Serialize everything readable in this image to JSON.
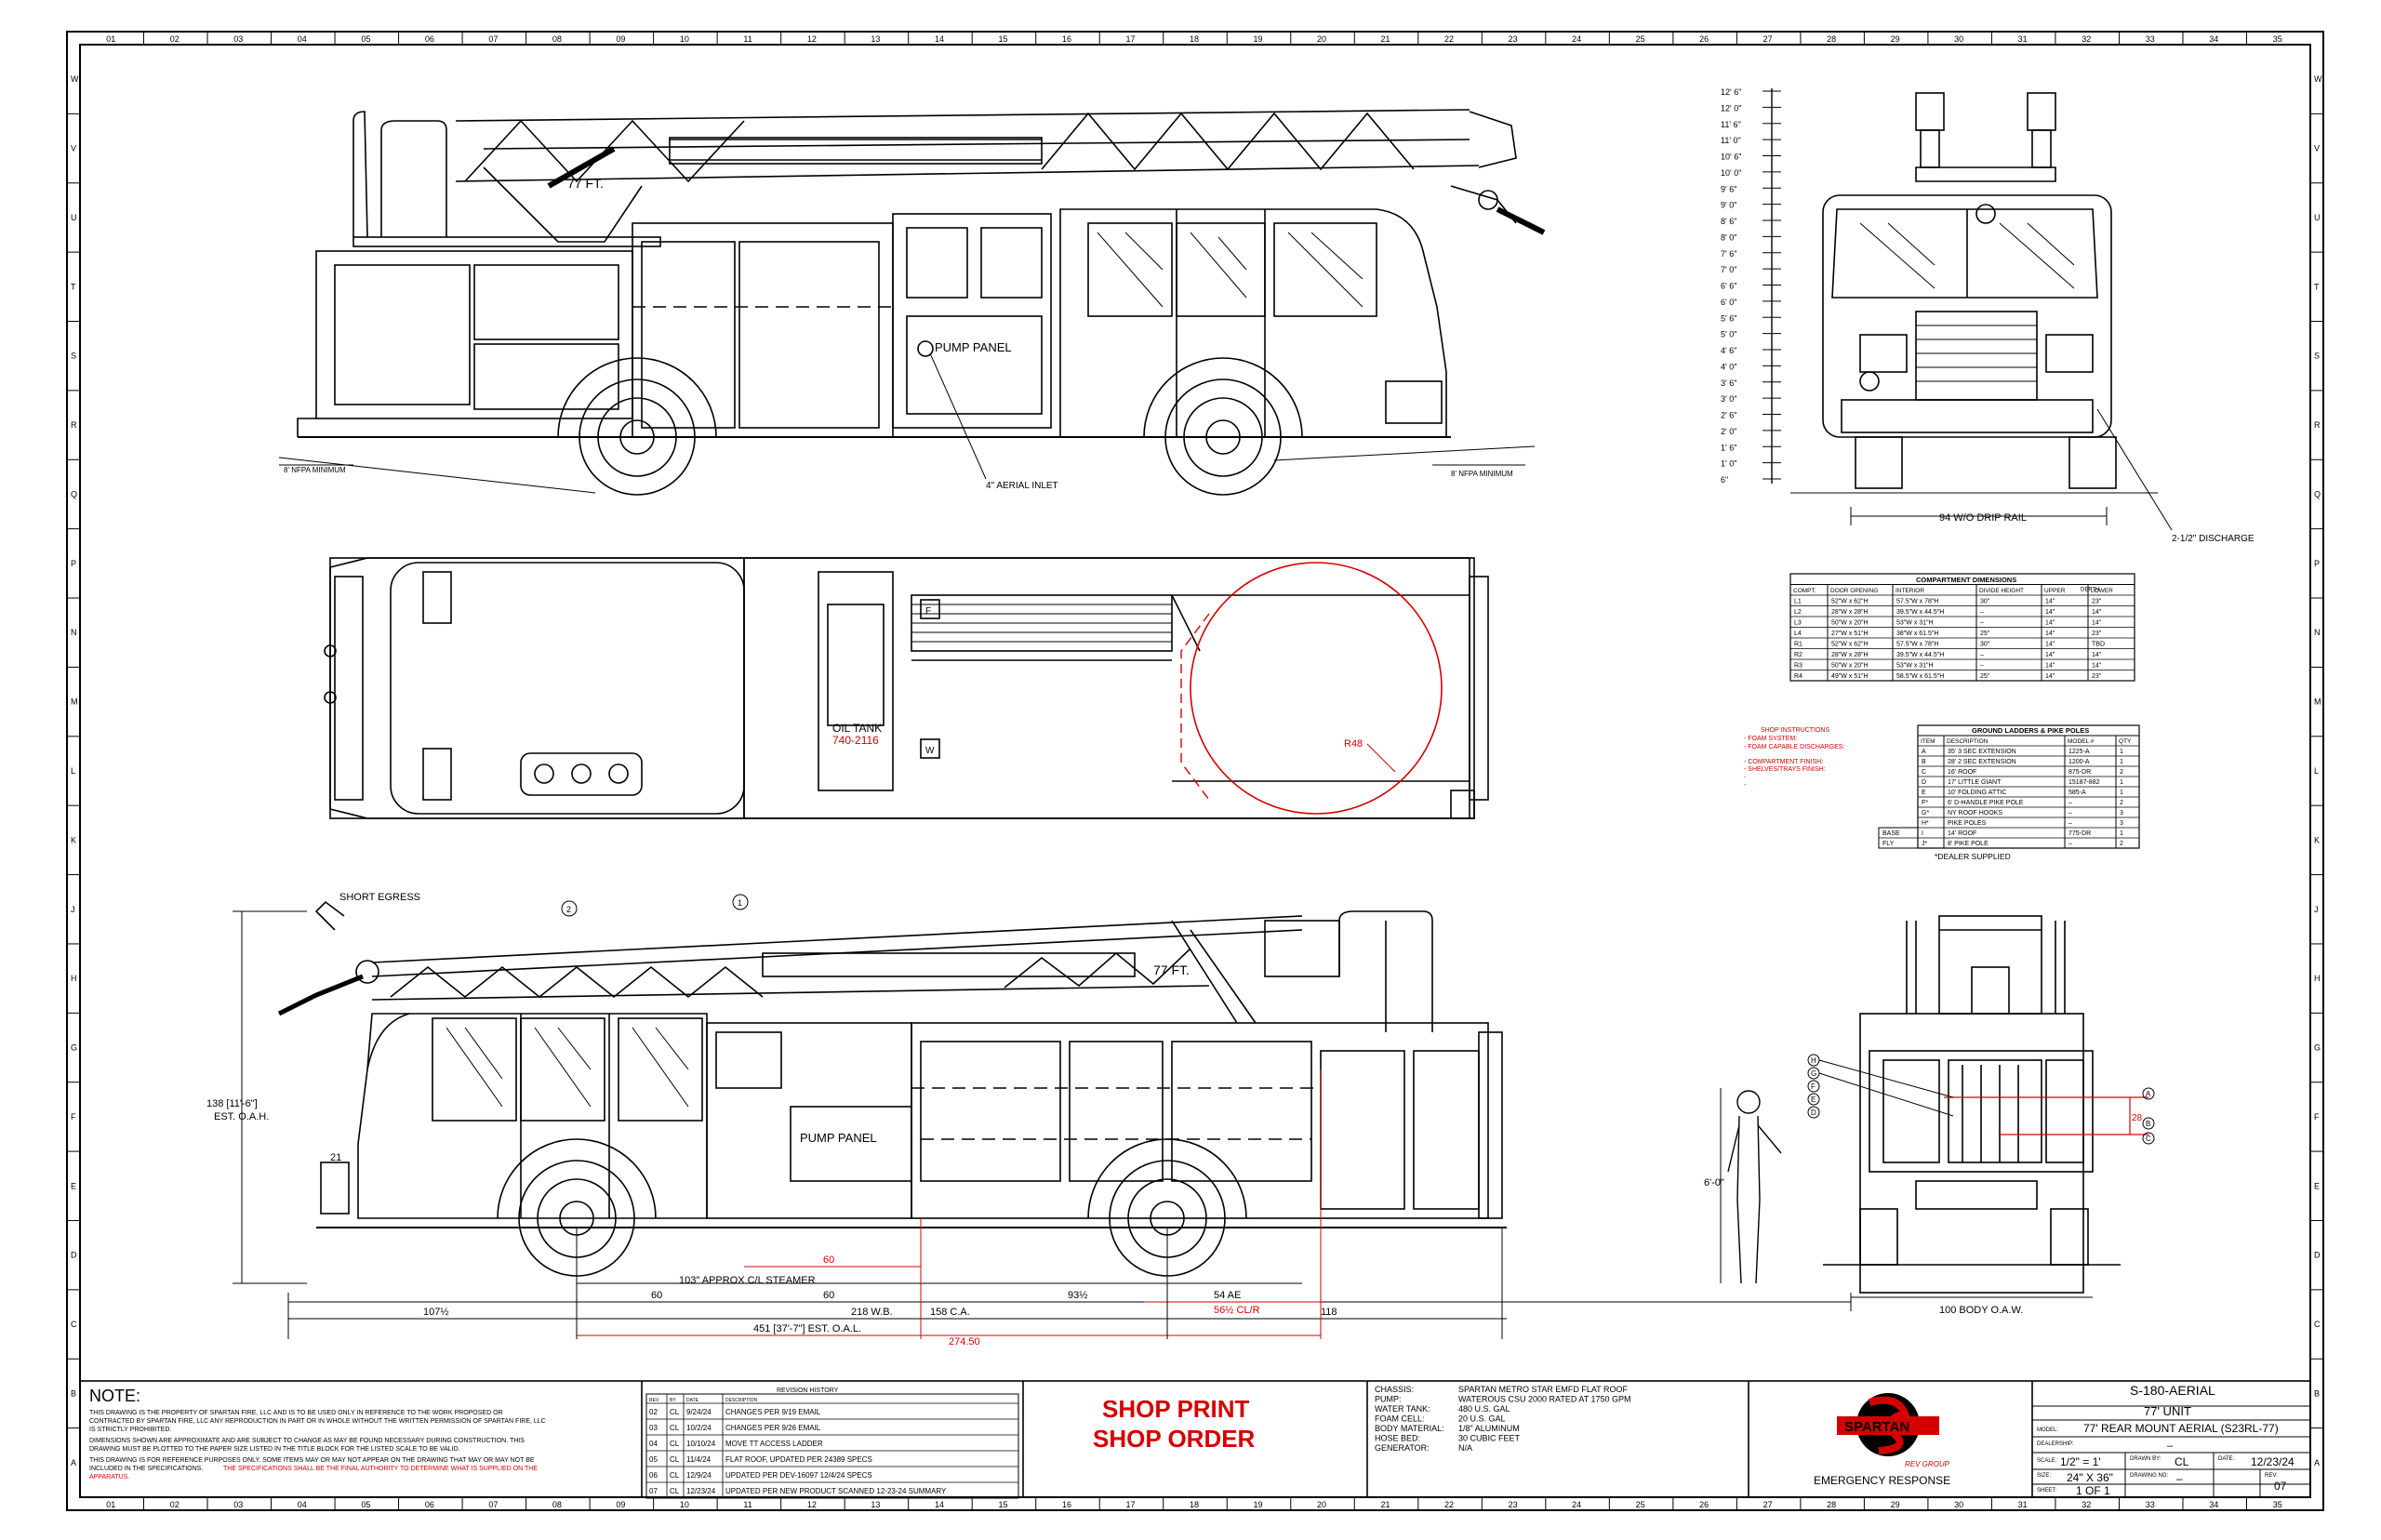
{
  "border": {
    "columns": [
      "01",
      "02",
      "03",
      "04",
      "05",
      "06",
      "07",
      "08",
      "09",
      "10",
      "11",
      "12",
      "13",
      "14",
      "15",
      "16",
      "17",
      "18",
      "19",
      "20",
      "21",
      "22",
      "23",
      "24",
      "25",
      "26",
      "27",
      "28",
      "29",
      "30",
      "31",
      "32",
      "33",
      "34",
      "35"
    ],
    "rows": [
      "W",
      "V",
      "U",
      "T",
      "S",
      "R",
      "Q",
      "P",
      "N",
      "M",
      "L",
      "K",
      "J",
      "H",
      "G",
      "F",
      "E",
      "D",
      "C",
      "B",
      "A"
    ]
  },
  "views": {
    "side_left": {
      "ladder_label": "77 FT.",
      "pump_panel": "PUMP PANEL",
      "aerial_inlet": "4\" AERIAL INLET",
      "nfpa_left": "8' NFPA MINIMUM",
      "nfpa_right": "8' NFPA MINIMUM"
    },
    "top": {
      "oil_tank": "OIL TANK",
      "oil_tank_part": "740-2116",
      "radius": "R48",
      "label_f": "F",
      "label_w": "W"
    },
    "side_right": {
      "short_egress": "SHORT EGRESS",
      "ladder_label": "77 FT.",
      "pump_panel": "PUMP PANEL",
      "height": "138 [11'-6\"]",
      "height_sub": "EST. O.A.H.",
      "dim_21": "21",
      "steamer": "103\" APPROX C/L STEAMER",
      "dim_60_red": "60",
      "dim_60a": "60",
      "dim_60b": "60",
      "dim_107": "107½",
      "dim_93": "93½",
      "dim_54": "54 AE",
      "dim_56": "56½ CL/R",
      "dim_218": "218 W.B.",
      "dim_158": "158 C.A.",
      "dim_118": "118",
      "dim_451": "451 [37'-7\"] EST. O.A.L.",
      "dim_274": "274.50",
      "callout_1": "1",
      "callout_2": "2"
    },
    "front": {
      "ruler": [
        "12' 6\"",
        "12' 0\"",
        "11' 6\"",
        "11' 0\"",
        "10' 6\"",
        "10' 0\"",
        "9' 6\"",
        "9' 0\"",
        "8' 6\"",
        "8' 0\"",
        "7' 6\"",
        "7' 0\"",
        "6' 6\"",
        "6' 0\"",
        "5' 6\"",
        "5' 0\"",
        "4' 6\"",
        "4' 0\"",
        "3' 6\"",
        "3' 0\"",
        "2' 6\"",
        "2' 0\"",
        "1' 6\"",
        "1' 0\"",
        "6\""
      ],
      "drip_rail": "94 W/O DRIP RAIL",
      "discharge": "2-1/2\" DISCHARGE"
    },
    "rear": {
      "height_label": "6'-0\"",
      "dim_28": "28",
      "body_width": "100 BODY O.A.W.",
      "callouts_left": [
        "H",
        "G",
        "F",
        "E",
        "D"
      ],
      "callouts_right": [
        "A",
        "B",
        "C"
      ]
    }
  },
  "compartment_table": {
    "title": "COMPARTMENT DIMENSIONS",
    "headers": [
      "COMPT.",
      "DOOR OPENING",
      "INTERIOR",
      "DIVIDE HEIGHT",
      "UPPER",
      "LOWER"
    ],
    "depth_header": "DEPTH",
    "rows": [
      [
        "L1",
        "52\"W x 62\"H",
        "57.5\"W x 78\"H",
        "30\"",
        "14\"",
        "23\""
      ],
      [
        "L2",
        "28\"W x 28\"H",
        "39.5\"W x 44.5\"H",
        "–",
        "14\"",
        "14\""
      ],
      [
        "L3",
        "50\"W x 20\"H",
        "53\"W x 31\"H",
        "–",
        "14\"",
        "14\""
      ],
      [
        "L4",
        "27\"W x 51\"H",
        "38\"W x 61.5\"H",
        "25\"",
        "14\"",
        "23\""
      ],
      [
        "R1",
        "52\"W x 62\"H",
        "57.5\"W x 78\"H",
        "30\"",
        "14\"",
        "TBD"
      ],
      [
        "R2",
        "28\"W x 28\"H",
        "39.5\"W x 44.5\"H",
        "–",
        "14\"",
        "14\""
      ],
      [
        "R3",
        "50\"W x 20\"H",
        "53\"W x 31\"H",
        "–",
        "14\"",
        "14\""
      ],
      [
        "R4",
        "49\"W x 51\"H",
        "58.5\"W x 61.5\"H",
        "25\"",
        "14\"",
        "23\""
      ]
    ]
  },
  "ladder_table": {
    "title": "GROUND LADDERS & PIKE POLES",
    "headers": [
      "ITEM",
      "DESCRIPTION",
      "MODEL #",
      "QTY"
    ],
    "rows": [
      [
        "",
        "A",
        "35' 3 SEC EXTENSION",
        "1225-A",
        "1"
      ],
      [
        "",
        "B",
        "28' 2 SEC EXTENSION",
        "1200-A",
        "1"
      ],
      [
        "",
        "C",
        "16' ROOF",
        "875-DR",
        "2"
      ],
      [
        "",
        "D",
        "17' LITTLE GIANT",
        "15187-882",
        "1"
      ],
      [
        "",
        "E",
        "10' FOLDING ATTIC",
        "585-A",
        "1"
      ],
      [
        "",
        "F*",
        "6' D-HANDLE PIKE POLE",
        "–",
        "2"
      ],
      [
        "",
        "G*",
        "NY ROOF HOOKS",
        "–",
        "3"
      ],
      [
        "",
        "H*",
        "PIKE POLES",
        "–",
        "3"
      ],
      [
        "BASE",
        "I",
        "14' ROOF",
        "775-DR",
        "1"
      ],
      [
        "FLY",
        "J*",
        "8' PIKE POLE",
        "–",
        "2"
      ]
    ],
    "footnote": "*DEALER SUPPLIED"
  },
  "shop_instructions": {
    "title": "SHOP INSTRUCTIONS",
    "items": [
      "FOAM SYSTEM:",
      "FOAM CAPABLE DISCHARGES:",
      "COMPARTMENT FINISH:",
      "SHELVES/TRAYS FINISH:"
    ]
  },
  "title_block": {
    "note_heading": "NOTE:",
    "notes": [
      "THIS DRAWING IS THE PROPERTY OF SPARTAN FIRE, LLC AND IS TO BE USED ONLY IN REFERENCE TO THE WORK PROPOSED OR",
      "CONTRACTED BY SPARTAN FIRE, LLC ANY REPRODUCTION IN PART OR IN WHOLE WITHOUT THE WRITTEN PERMISSION OF SPARTAN FIRE, LLC",
      "IS STRICTLY PROHIBITED.",
      "DIMENSIONS SHOWN ARE APPROXIMATE AND ARE SUBJECT TO CHANGE AS MAY BE FOUND NECESSARY DURING CONSTRUCTION. THIS",
      "DRAWING MUST BE PLOTTED TO THE PAPER SIZE LISTED IN THE TITLE BLOCK FOR THE LISTED SCALE TO BE VALID.",
      "THIS DRAWING IS FOR REFERENCE PURPOSES ONLY. SOME ITEMS MAY OR MAY NOT APPEAR ON THE DRAWING THAT MAY OR MAY NOT BE",
      "INCLUDED IN THE SPECIFICATIONS."
    ],
    "notes_red": "THE SPECIFICATIONS SHALL BE THE FINAL AUTHORITY TO DETERMINE WHAT IS SUPPLIED ON THE",
    "notes_red2": "APPARATUS.",
    "revision_title": "REVISION HISTORY",
    "revision_headers": [
      "REV",
      "BY",
      "DATE",
      "DESCRIPTION"
    ],
    "revisions": [
      [
        "02",
        "CL",
        "9/24/24",
        "CHANGES PER 9/19 EMAIL"
      ],
      [
        "03",
        "CL",
        "10/2/24",
        "CHANGES PER 9/26 EMAIL"
      ],
      [
        "04",
        "CL",
        "10/10/24",
        "MOVE TT ACCESS LADDER"
      ],
      [
        "05",
        "CL",
        "11/4/24",
        "FLAT ROOF, UPDATED PER 24389 SPECS"
      ],
      [
        "06",
        "CL",
        "12/9/24",
        "UPDATED PER DEV-16097 12/4/24 SPECS"
      ],
      [
        "07",
        "CL",
        "12/23/24",
        "UPDATED PER NEW PRODUCT SCANNED 12-23-24 SUMMARY"
      ]
    ],
    "shop_print": "SHOP PRINT",
    "shop_order": "SHOP ORDER",
    "specs": [
      [
        "CHASSIS:",
        "SPARTAN METRO STAR EMFD FLAT ROOF"
      ],
      [
        "PUMP:",
        "WATEROUS CSU 2000 RATED AT 1750 GPM"
      ],
      [
        "WATER TANK:",
        "480 U.S. GAL"
      ],
      [
        "FOAM CELL:",
        "20 U.S. GAL"
      ],
      [
        "BODY MATERIAL:",
        "1/8\" ALUMINUM"
      ],
      [
        "HOSE BED:",
        "30 CUBIC FEET"
      ],
      [
        "GENERATOR:",
        "N/A"
      ]
    ],
    "brand": "SPARTAN",
    "brand_group": "REV GROUP",
    "brand_tagline": "EMERGENCY RESPONSE",
    "drawing_title": "S-180-AERIAL",
    "unit": "77' UNIT",
    "model_label": "MODEL:",
    "model": "77' REAR MOUNT AERIAL (S23RL-77)",
    "dealership_label": "DEALERSHIP:",
    "dealership": "–",
    "scale_label": "SCALE:",
    "scale": "1/2\" = 1'",
    "drawn_label": "DRAWN BY:",
    "drawn": "CL",
    "date_label": "DATE:",
    "date": "12/23/24",
    "size_label": "SIZE:",
    "size": "24\" X 36\"",
    "drawing_no_label": "DRAWING NO:",
    "drawing_no": "–",
    "rev_label": "REV:",
    "rev": "07",
    "sheet_label": "SHEET:",
    "sheet": "1 OF 1"
  }
}
